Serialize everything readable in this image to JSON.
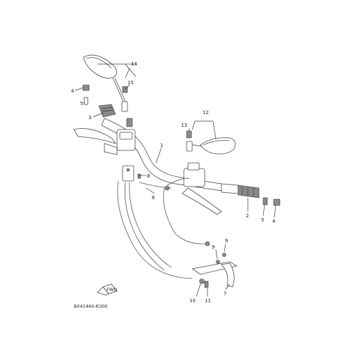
{
  "diagram": {
    "code": "B041460-R300",
    "fwd_label": "FWD",
    "callouts": {
      "c1": "1",
      "c2": "2",
      "c3": "3",
      "c4a": "4",
      "c4b": "4",
      "c5a": "5",
      "c5b": "5",
      "c6": "6",
      "c7": "7",
      "c8": "8",
      "c9a": "9",
      "c9b": "9",
      "c10": "10",
      "c11": "11",
      "c12": "12",
      "c13": "13",
      "c14": "14",
      "c15": "15"
    }
  }
}
